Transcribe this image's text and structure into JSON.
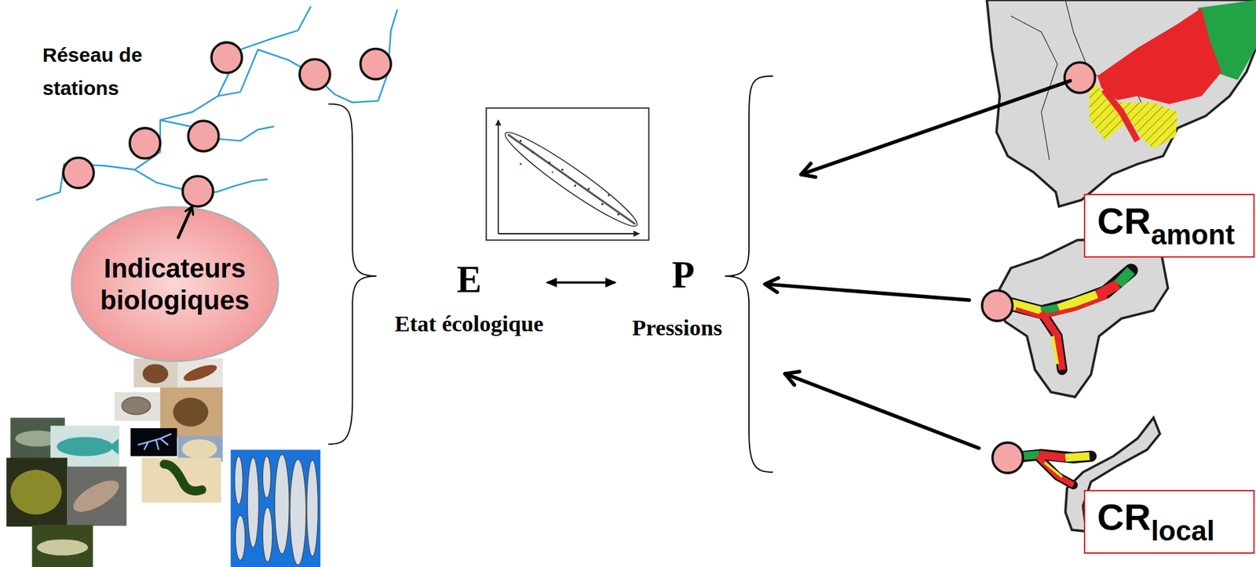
{
  "diagram": {
    "nodes": [
      {
        "text": [
          "Indicateurs biologiques"
        ]
      },
      {
        "text": [
          "CR",
          "amont"
        ]
      },
      {
        "text": [
          "CR",
          "local"
        ]
      }
    ],
    "labels": [
      "Réseau de stations",
      "E",
      "Etat écologique",
      "P",
      "Pressions"
    ]
  }
}
